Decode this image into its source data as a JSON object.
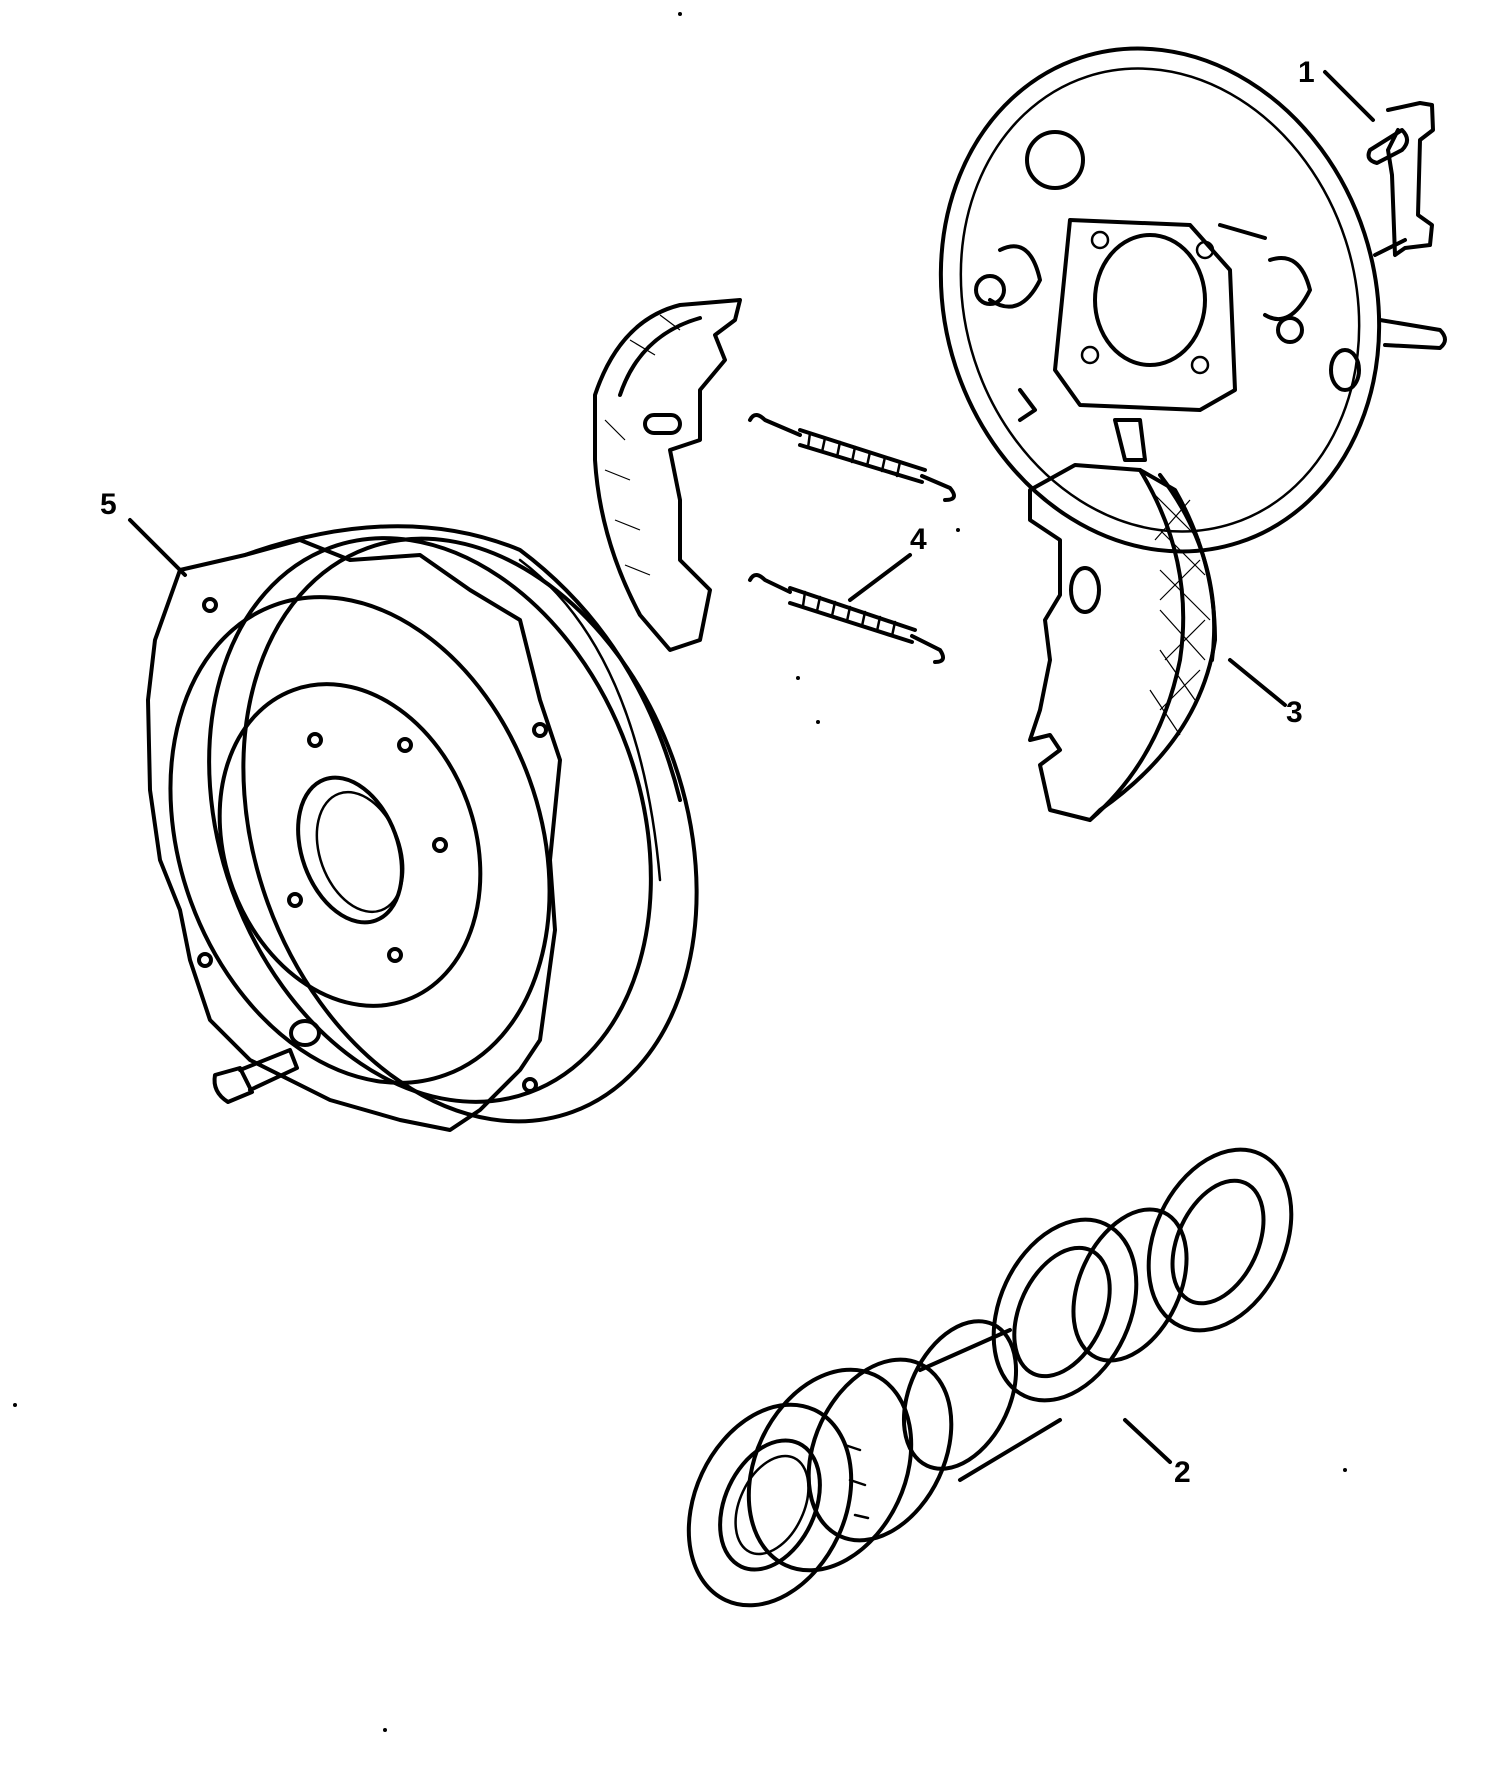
{
  "diagram": {
    "type": "exploded-parts-view",
    "colors": {
      "ink": "#000000",
      "paper": "#ffffff"
    },
    "callouts": [
      {
        "id": "1",
        "label": "1"
      },
      {
        "id": "2",
        "label": "2"
      },
      {
        "id": "3",
        "label": "3"
      },
      {
        "id": "4",
        "label": "4"
      },
      {
        "id": "5",
        "label": "5"
      }
    ]
  }
}
